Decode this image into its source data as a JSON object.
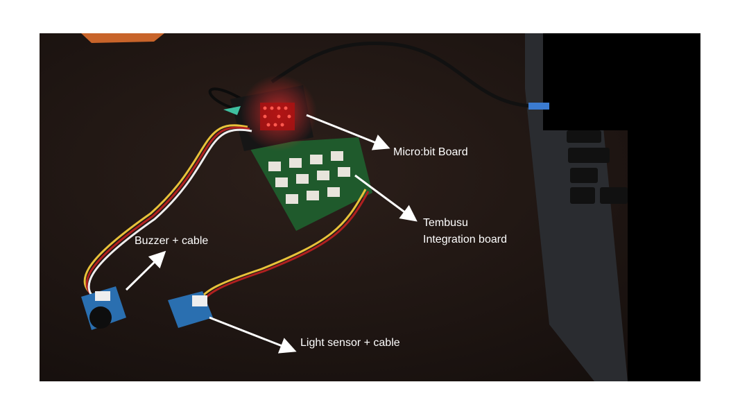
{
  "labels": {
    "microbit": "Micro:bit Board",
    "tembusu_line1": "Tembusu",
    "tembusu_line2": "Integration board",
    "buzzer": "Buzzer + cable",
    "light_sensor": "Light sensor + cable"
  },
  "colors": {
    "table": "#1f1512",
    "arrow": "#ffffff",
    "led": "#ff2a2a",
    "pcb": "#1f5a2c",
    "module": "#2a6fb0"
  }
}
